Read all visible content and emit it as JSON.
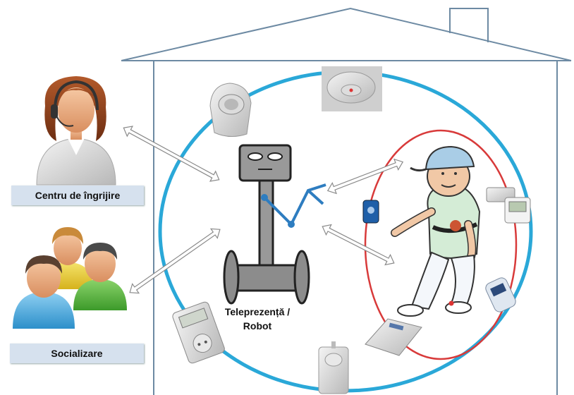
{
  "labels": {
    "care_center": "Centru de îngrijire",
    "socializing": "Socializare",
    "robot_line1": "Teleprezență /",
    "robot_line2": "Robot"
  },
  "colors": {
    "circle": "#2aa8d8",
    "ellipse": "#d83a3a",
    "label_bg": "#d6e1ee",
    "robot": "#8c8c8c",
    "robot_line": "#2e7dc0"
  },
  "icons": [
    "house-outline",
    "motion-sensor-icon",
    "smoke-detector-icon",
    "robot-icon",
    "caregiver-icon",
    "group-icon",
    "patient-icon",
    "blood-pressure-monitor-icon",
    "glucose-meter-icon",
    "weight-scale-icon",
    "smart-plug-icon",
    "pir-sensor-icon",
    "panic-button-icon"
  ]
}
